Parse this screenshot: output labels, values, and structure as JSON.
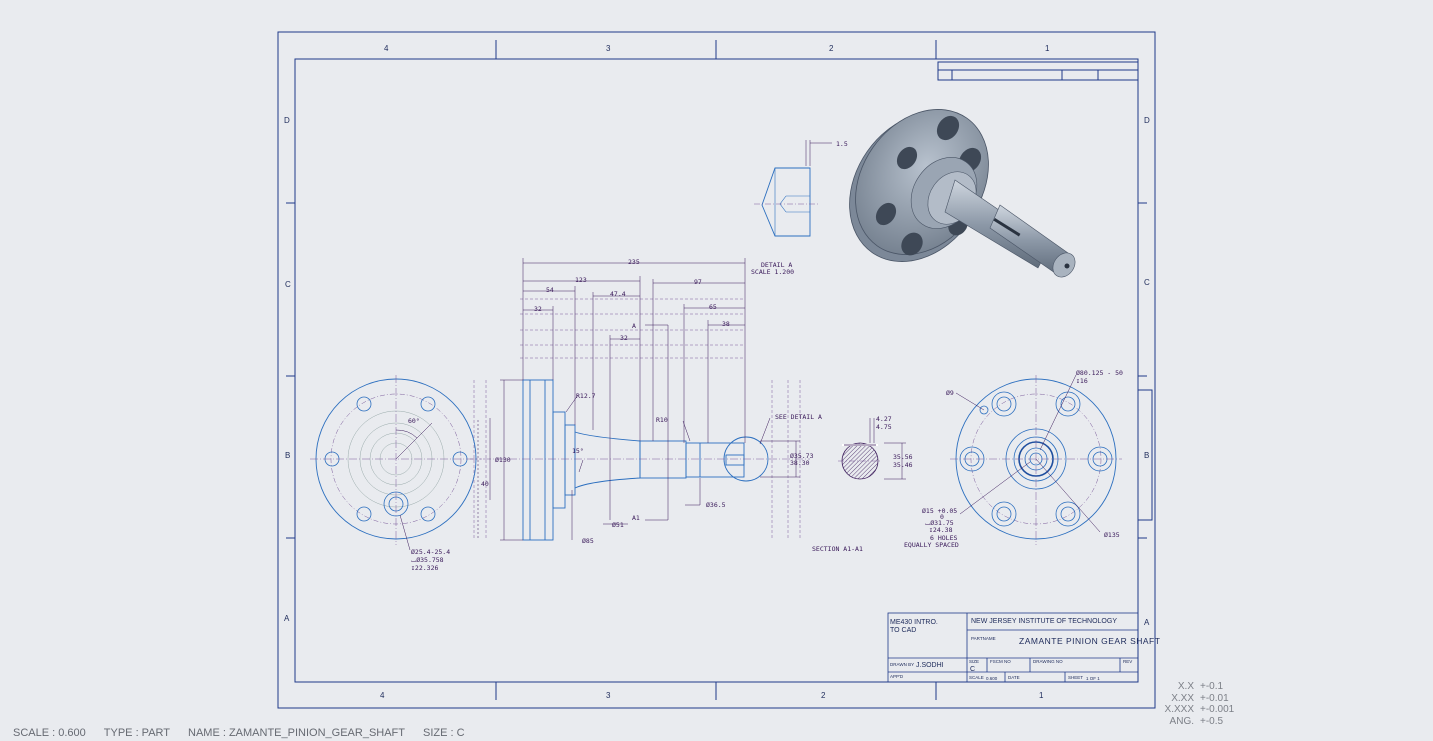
{
  "zones": {
    "columns_top": [
      "4",
      "3",
      "2",
      "1"
    ],
    "columns_bottom": [
      "4",
      "3",
      "2",
      "1"
    ],
    "rows_left": [
      "D",
      "C",
      "B",
      "A"
    ],
    "rows_right": [
      "D",
      "C",
      "B",
      "A"
    ]
  },
  "detail_a": {
    "label": "DETAIL A",
    "scale": "SCALE 1.200",
    "dim": "1.5"
  },
  "side_view": {
    "dims": {
      "d235": "235",
      "d123": "123",
      "d54": "54",
      "d32a": "32",
      "d47": "47.4",
      "d32b": "32",
      "d97": "97",
      "d65": "65",
      "d38": "38",
      "r12": "R12.7",
      "r10": "R10",
      "ang15": "15°",
      "d130": "Ø130",
      "d40": "40",
      "d85": "Ø85",
      "d51": "Ø51",
      "d36": "Ø36.5",
      "d3573": "Ø35.73",
      "d3830": "38.30",
      "see_detail": "SEE DETAIL A",
      "cut_a": "A",
      "cut_a1": "A1"
    }
  },
  "front_left": {
    "angle": "60°",
    "hole1": "Ø25.4-25.4",
    "hole2": "⌴Ø35.758",
    "hole3": "↧22.326"
  },
  "section": {
    "label": "SECTION A1-A1",
    "dim1": "4.27",
    "dim2": "4.75",
    "dim3": "35.56",
    "dim4": "35.46"
  },
  "front_right": {
    "d9": "Ø9",
    "d80": "Ø80.125 - 50",
    "d16": "↧16",
    "tol1": "Ø15 +0.05",
    "tol1b": "0",
    "cbore": "⌴Ø31.75",
    "depth": "↧24.38",
    "holes": "6 HOLES",
    "spacing": "EQUALLY SPACED",
    "d135": "Ø135"
  },
  "title_block": {
    "course": "ME430 INTRO.",
    "course2": "TO CAD",
    "institute": "NEW JERSEY INSTITUTE OF TECHNOLOGY",
    "partname_label": "PARTNAME",
    "partname": "ZAMANTE  PINION  GEAR  SHAFT",
    "drawn_label": "DRAWN BY",
    "drawn_by": "J.SODHI",
    "size_label": "SIZE",
    "size": "C",
    "fscm_label": "FSCM NO",
    "dwg_label": "DRAWING NO",
    "rev_label": "REV",
    "appd_label": "APP'D",
    "scale_label": "SCALE",
    "scale": "0.600",
    "date_label": "DATE",
    "sheet_label": "SHEET",
    "sheet": "1 OF 1"
  },
  "tolerances": [
    {
      "label": "X.X",
      "value": "+-0.1"
    },
    {
      "label": "X.XX",
      "value": "+-0.01"
    },
    {
      "label": "X.XXX",
      "value": "+-0.001"
    },
    {
      "label": "ANG.",
      "value": "+-0.5"
    }
  ],
  "status": {
    "scale": "SCALE : 0.600",
    "type": "TYPE : PART",
    "name": "NAME : ZAMANTE_PINION_GEAR_SHAFT",
    "size": "SIZE : C"
  },
  "colors": {
    "sheet_border": "#1f3a8a",
    "geometry": "#2c6fbf",
    "dimension": "#3a1a5a",
    "shaded_model": "#8a96a6"
  }
}
